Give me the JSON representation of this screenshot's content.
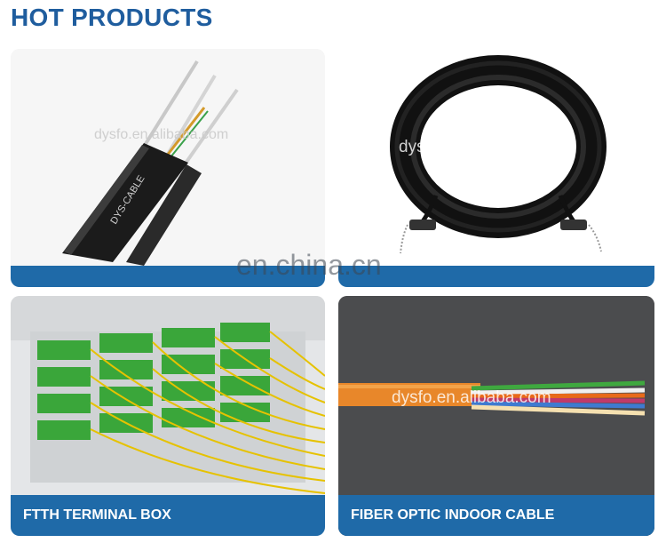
{
  "heading": "HOT PRODUCTS",
  "watermarks": {
    "dysfo": "dysfo.en.alibaba.com",
    "site": "en.china.cn",
    "cable_print": "DYS-CABLE"
  },
  "products": [
    {
      "label": "",
      "image": "drop-cable-photo"
    },
    {
      "label": "",
      "image": "coiled-patch-cable-photo"
    },
    {
      "label": "FTTH TERMINAL BOX",
      "image": "terminal-box-photo"
    },
    {
      "label": "FIBER OPTIC INDOOR CABLE",
      "image": "indoor-cable-photo"
    }
  ],
  "colors": {
    "accent": "#1f6aa8",
    "heading": "#1f5d9e"
  }
}
